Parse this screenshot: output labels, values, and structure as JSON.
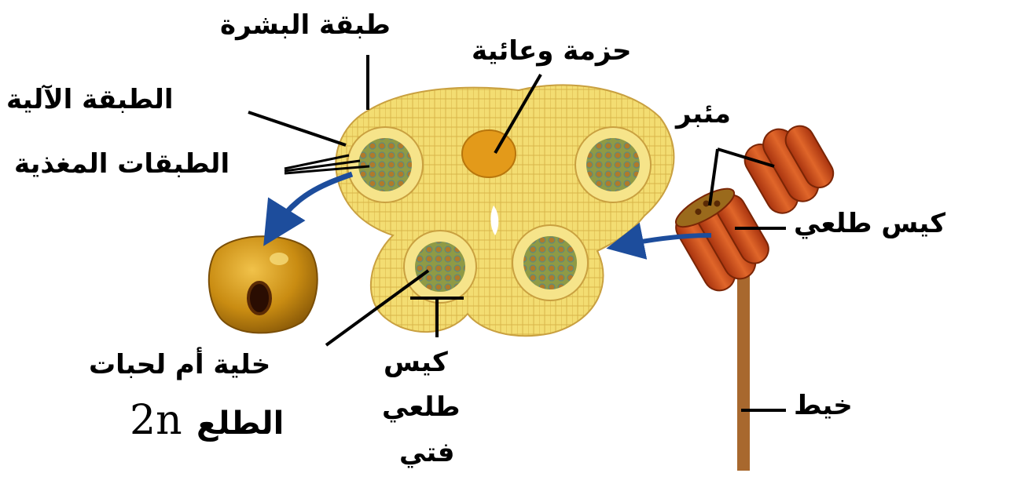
{
  "labels": {
    "epidermis": "طبقة البشرة",
    "vascular_bundle": "حزمة وعائية",
    "mechanical_layer": "الطبقة الآلية",
    "nutritive_layers": "الطبقات المغذية",
    "anther": "مئبر",
    "pollen_sac_right": "كيس طلعي",
    "filament": "خيط",
    "mother_cell_line1": "خلية أم لحبات",
    "mother_cell_line2": "الطلع",
    "ploidy": "2n",
    "young_sac_line1": "كيس",
    "young_sac_line2": "طلعي",
    "young_sac_line3": "فتي"
  },
  "colors": {
    "tissue": "#f3dd72",
    "tissue_dark": "#d8b54a",
    "sac": "#9a9a3a",
    "bundle": "#e39a1a",
    "anther": "#c8461a",
    "arrow": "#1d4d9c",
    "cell": "#c98c12"
  }
}
